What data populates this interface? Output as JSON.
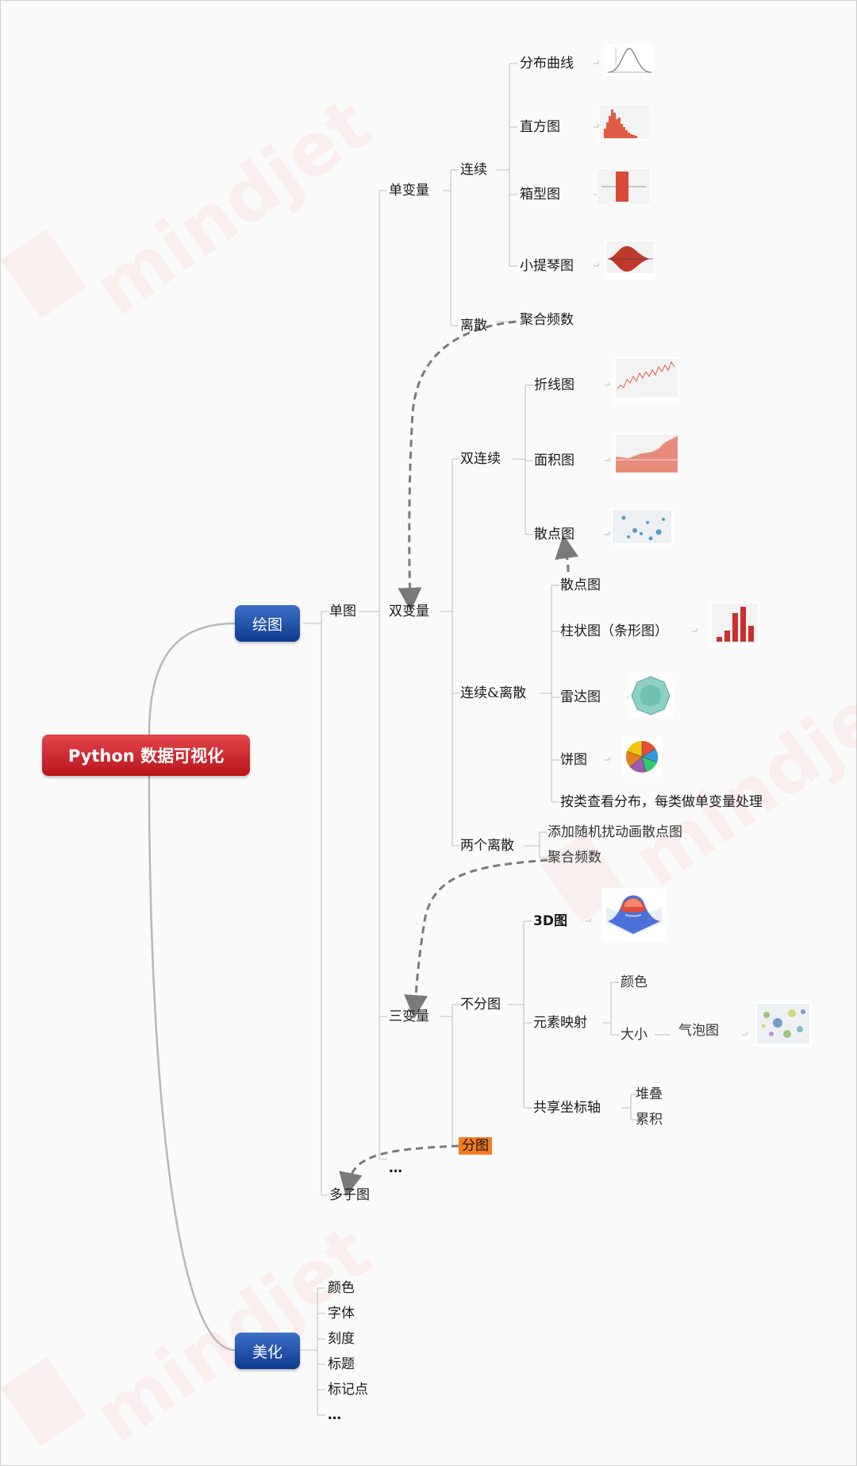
{
  "root": "Python 数据可视化",
  "main": {
    "draw": "绘图",
    "beautify": "美化"
  },
  "draw": {
    "single": "单图",
    "multi": "多子图",
    "univariate": {
      "label": "单变量",
      "continuous": "连续",
      "items": [
        "分布曲线",
        "直方图",
        "箱型图",
        "小提琴图"
      ],
      "discrete": "离散",
      "discrete_item": "聚合频数"
    },
    "bivariate": {
      "label": "双变量",
      "double_cont": "双连续",
      "dc_items": [
        "折线图",
        "面积图",
        "散点图"
      ],
      "cont_disc": "连续&离散",
      "cd_items": [
        "散点图",
        "柱状图（条形图）",
        "雷达图",
        "饼图",
        "按类查看分布，每类做单变量处理"
      ],
      "two_disc": "两个离散",
      "td_items": [
        "添加随机扰动画散点图",
        "聚合频数"
      ]
    },
    "trivariate": {
      "label": "三变量",
      "no_split": "不分图",
      "three_d": "3D图",
      "mapping": "元素映射",
      "color": "颜色",
      "size": "大小",
      "bubble": "气泡图",
      "shared_axis": "共享坐标轴",
      "stack": "堆叠",
      "accum": "累积",
      "split": "分图"
    },
    "ellipsis": "…"
  },
  "beautify_items": [
    "颜色",
    "字体",
    "刻度",
    "标题",
    "标记点",
    "…"
  ],
  "watermark": "mindjet",
  "colors": {
    "root": "#c8202a",
    "pill": "#1b4aa3",
    "highlight": "#f47c1f",
    "chart": "#e05a45"
  }
}
